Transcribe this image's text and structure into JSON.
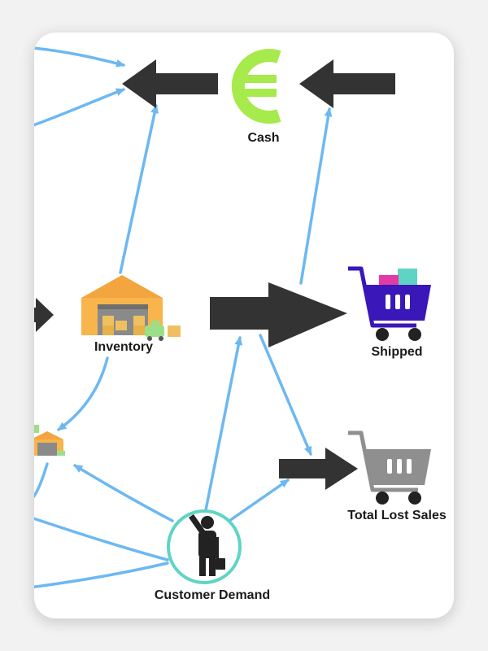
{
  "nodes": {
    "cash": {
      "label": "Cash",
      "icon": "euro-icon",
      "color": "#a6ea4c"
    },
    "inventory": {
      "label": "Inventory",
      "icon": "warehouse-icon",
      "color": "#f3a53f"
    },
    "shipped": {
      "label": "Shipped",
      "icon": "shopping-cart-icon",
      "color": "#3a17b8"
    },
    "total_lost_sales": {
      "label": "Total Lost Sales",
      "icon": "shopping-cart-icon",
      "color": "#8f8f8f"
    },
    "customer_demand": {
      "label": "Customer Demand",
      "icon": "person-with-bag-icon",
      "color": "#5fd4c4"
    },
    "small_warehouse": {
      "label": "",
      "icon": "warehouse-icon"
    }
  },
  "colors": {
    "link": "#6db8f2",
    "flow_arrow": "#333333",
    "background": "#ffffff"
  }
}
